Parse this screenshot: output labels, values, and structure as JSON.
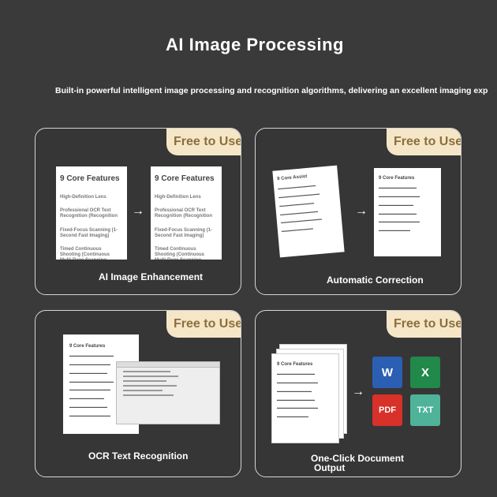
{
  "header": {
    "title": "AI Image Processing",
    "subtitle": "Built-in powerful intelligent image processing and recognition algorithms, delivering an excellent imaging exp"
  },
  "cards": [
    {
      "badge": "Free to Use",
      "label": "AI Image Enhancement",
      "doc_title": "9 Core Features",
      "features": [
        "High-Definition Lens",
        "Professional OCR Text Recognition (Recognition",
        "Fixed-Focus Scanning (1-Second Fast Imaging)",
        "Timed Continuous Shooting (Continuous Multi-Page Scanning"
      ]
    },
    {
      "badge": "Free to Use",
      "label": "Automatic Correction",
      "doc_title_before": "9 Core Assist",
      "doc_title_after": "9 Core Features"
    },
    {
      "badge": "Free to Use",
      "label": "OCR Text Recognition",
      "doc_title": "9 Core Features"
    },
    {
      "badge": "Free to Use",
      "label_line1": "One-Click Document",
      "label_line2": "Output",
      "doc_title": "9 Core Features",
      "formats": [
        "W",
        "X",
        "PDF",
        "TXT"
      ],
      "colors": {
        "word": "#2b5fb3",
        "excel": "#21894a",
        "pdf": "#d7312a",
        "txt": "#4fb39a"
      }
    }
  ],
  "arrow": "→"
}
